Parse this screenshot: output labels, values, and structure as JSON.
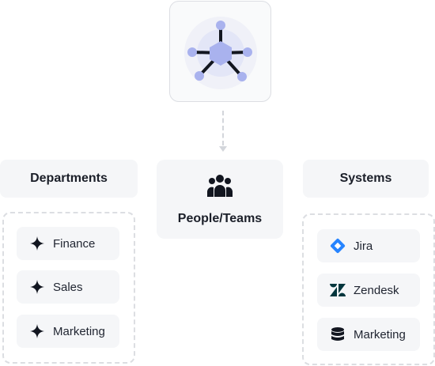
{
  "diagram": {
    "hub": {
      "icon": "network-hub-icon"
    },
    "center": {
      "label": "People/Teams",
      "icon": "people-icon"
    },
    "left": {
      "header": "Departments",
      "items": [
        {
          "label": "Finance",
          "icon": "sparkle-icon"
        },
        {
          "label": "Sales",
          "icon": "sparkle-icon"
        },
        {
          "label": "Marketing",
          "icon": "sparkle-icon"
        }
      ]
    },
    "right": {
      "header": "Systems",
      "items": [
        {
          "label": "Jira",
          "icon": "jira-icon"
        },
        {
          "label": "Zendesk",
          "icon": "zendesk-icon"
        },
        {
          "label": "Marketing",
          "icon": "database-icon"
        }
      ]
    }
  },
  "colors": {
    "hub_node": "#a9b2ee",
    "hub_halo": "#e8eaf8",
    "jira_blue": "#2684ff",
    "zendesk_dark": "#03363d",
    "text_dark": "#1b1f29",
    "panel_bg": "#f5f6f8"
  }
}
